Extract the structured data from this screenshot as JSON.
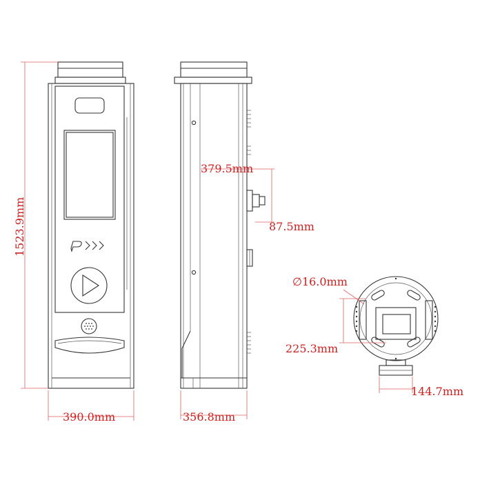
{
  "dimensions": {
    "front_height": "1523.9mm",
    "front_width": "390.0mm",
    "side_depth": "356.8mm",
    "side_upper": "379.5mm",
    "side_lower": "87.5mm",
    "bolt_diameter": "∅16.0mm",
    "bolt_spacing": "225.3mm",
    "base_width": "144.7mm"
  },
  "colors": {
    "dimension": "#cc1f1f",
    "outline": "#333333"
  }
}
